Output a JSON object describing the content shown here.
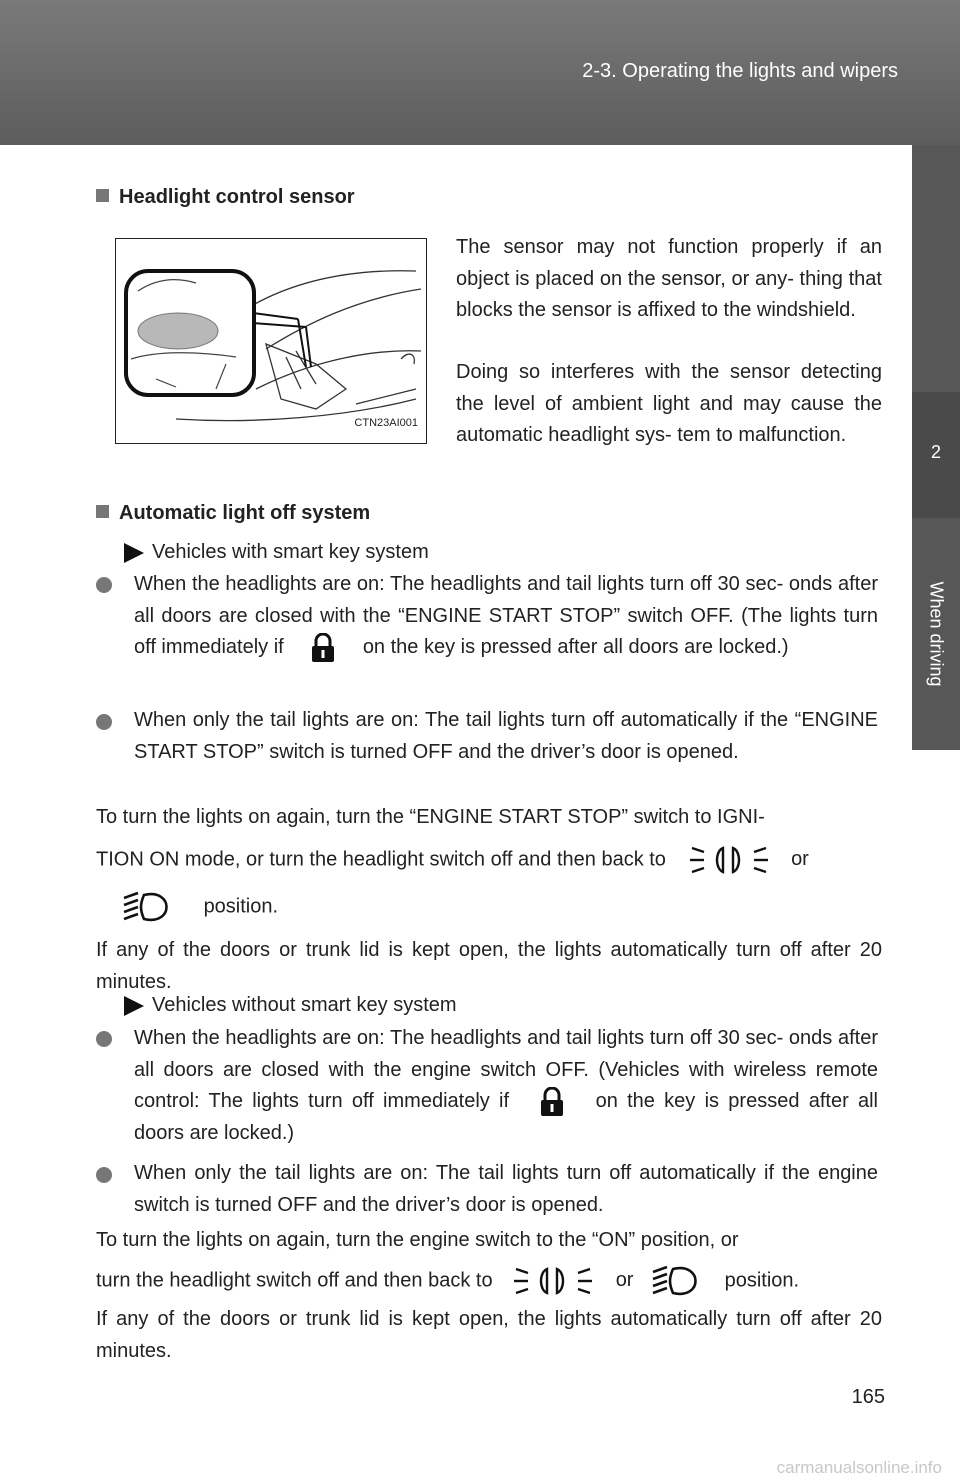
{
  "header": {
    "section": "2-3. Operating the lights and wipers"
  },
  "side_tab": {
    "number": "2",
    "label": "When driving"
  },
  "page_number": "165",
  "watermark": "carmanualsonline.info",
  "sensor": {
    "heading": "Headlight control sensor",
    "figure_code": "CTN23AI001",
    "para1": "The sensor may not function properly if an object is placed on the sensor, or any- thing that blocks the sensor is affixed to the windshield.",
    "para2": "Doing so interferes with the sensor detecting the level of ambient light and may cause the automatic headlight sys- tem to malfunction."
  },
  "auto_off": {
    "heading": "Automatic light off system",
    "smart": {
      "label": "Vehicles with smart key system",
      "b1_part1": "When the headlights are on: The headlights and tail lights turn off 30 sec- onds after all doors are closed with the “ENGINE START STOP” switch OFF. (The lights turn off immediately if",
      "b1_part2": "on the key is pressed after all doors are locked.)",
      "b2": "When only the tail lights are on: The tail lights turn off automatically if the “ENGINE START STOP” switch is turned OFF and the driver’s door is opened.",
      "again_line1": "To turn the lights on again, turn the “ENGINE START STOP” switch to IGNI-",
      "again_line2": "TION ON mode, or turn the headlight switch off and then back to",
      "or": "or",
      "position": "position.",
      "kept_open": "If any of the doors or trunk lid is kept open, the lights automatically turn off after 20 minutes."
    },
    "nosmart": {
      "label": "Vehicles without smart key system",
      "b1_part1": "When the headlights are on: The headlights and tail lights turn off 30 sec- onds after all doors are closed with the engine switch OFF. (Vehicles with wireless remote control: The lights turn off immediately if",
      "b1_part2": "on the key is pressed after all doors are locked.)",
      "b2": "When only the tail lights are on: The tail lights turn off automatically if the engine switch is turned OFF and the driver’s door is opened.",
      "again_line1": "To turn the lights on again, turn the engine switch to the “ON” position, or",
      "again_line2": "turn the headlight switch off and then back to",
      "or": "or",
      "position": "position.",
      "kept_open": "If any of the doors or trunk lid is kept open, the lights automatically turn off after 20 minutes."
    }
  }
}
